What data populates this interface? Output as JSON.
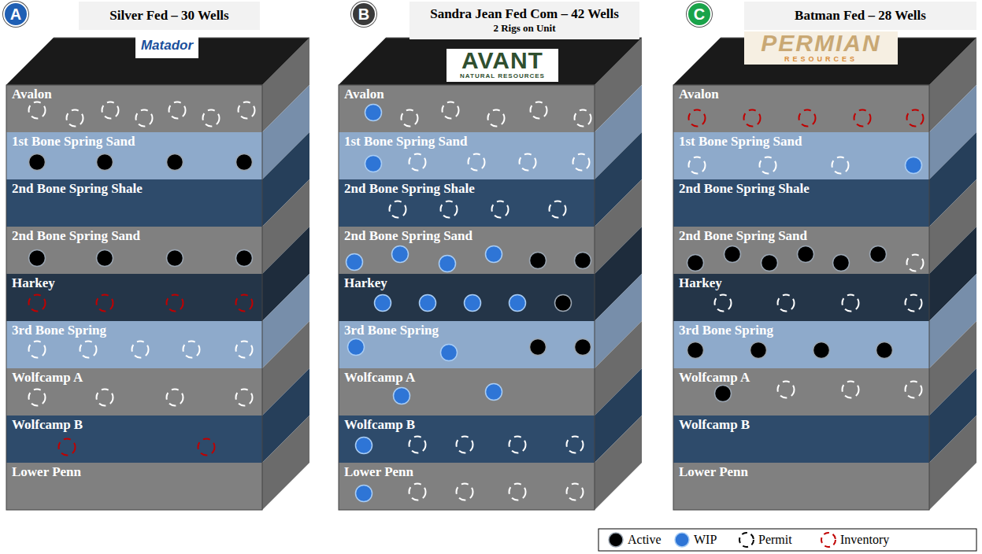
{
  "diagram": {
    "nodes": [
      {
        "text": [
          "A"
        ]
      },
      {
        "text": [
          "Silver Fed – 30 Wells"
        ]
      },
      {
        "text": [
          "Avalon"
        ]
      },
      {
        "text": [
          "1st Bone Spring Sand"
        ]
      },
      {
        "text": [
          "2nd Bone Spring Shale"
        ]
      },
      {
        "text": [
          "2nd Bone Spring Sand"
        ]
      },
      {
        "text": [
          "Harkey"
        ]
      },
      {
        "text": [
          "3rd Bone Spring"
        ]
      },
      {
        "text": [
          "Wolfcamp A"
        ]
      },
      {
        "text": [
          "Wolfcamp B"
        ]
      },
      {
        "text": [
          "Lower Penn"
        ]
      },
      {
        "text": [
          "B"
        ]
      },
      {
        "text": [
          "Sandra Jean Fed Com – 42 Wells",
          "2 Rigs on Unit"
        ]
      },
      {
        "text": [
          "Avalon"
        ]
      },
      {
        "text": [
          "1st Bone Spring Sand"
        ]
      },
      {
        "text": [
          "2nd Bone Spring Shale"
        ]
      },
      {
        "text": [
          "2nd Bone Spring Sand"
        ]
      },
      {
        "text": [
          "Harkey"
        ]
      },
      {
        "text": [
          "3rd Bone Spring"
        ]
      },
      {
        "text": [
          "Wolfcamp A"
        ]
      },
      {
        "text": [
          "Wolfcamp B"
        ]
      },
      {
        "text": [
          "Lower Penn"
        ]
      },
      {
        "text": [
          "C"
        ]
      },
      {
        "text": [
          "Batman Fed – 28 Wells"
        ]
      },
      {
        "text": [
          "Avalon"
        ]
      },
      {
        "text": [
          "1st Bone Spring Sand"
        ]
      },
      {
        "text": [
          "2nd Bone Spring Shale"
        ]
      },
      {
        "text": [
          "2nd Bone Spring Sand"
        ]
      },
      {
        "text": [
          "Harkey"
        ]
      },
      {
        "text": [
          "3rd Bone Spring"
        ]
      },
      {
        "text": [
          "Wolfcamp A"
        ]
      },
      {
        "text": [
          "Wolfcamp B"
        ]
      },
      {
        "text": [
          "Lower Penn"
        ]
      }
    ],
    "labels": [
      "Matador",
      "AVANT",
      "NATURAL RESOURCES",
      "PERMIAN",
      "RESOURCES"
    ],
    "legend": [
      {
        "text": "Active",
        "color": "#000000"
      },
      {
        "text": "WIP",
        "color": "#2e75d6"
      },
      {
        "text": "Permit"
      },
      {
        "text": "Inventory"
      }
    ]
  }
}
